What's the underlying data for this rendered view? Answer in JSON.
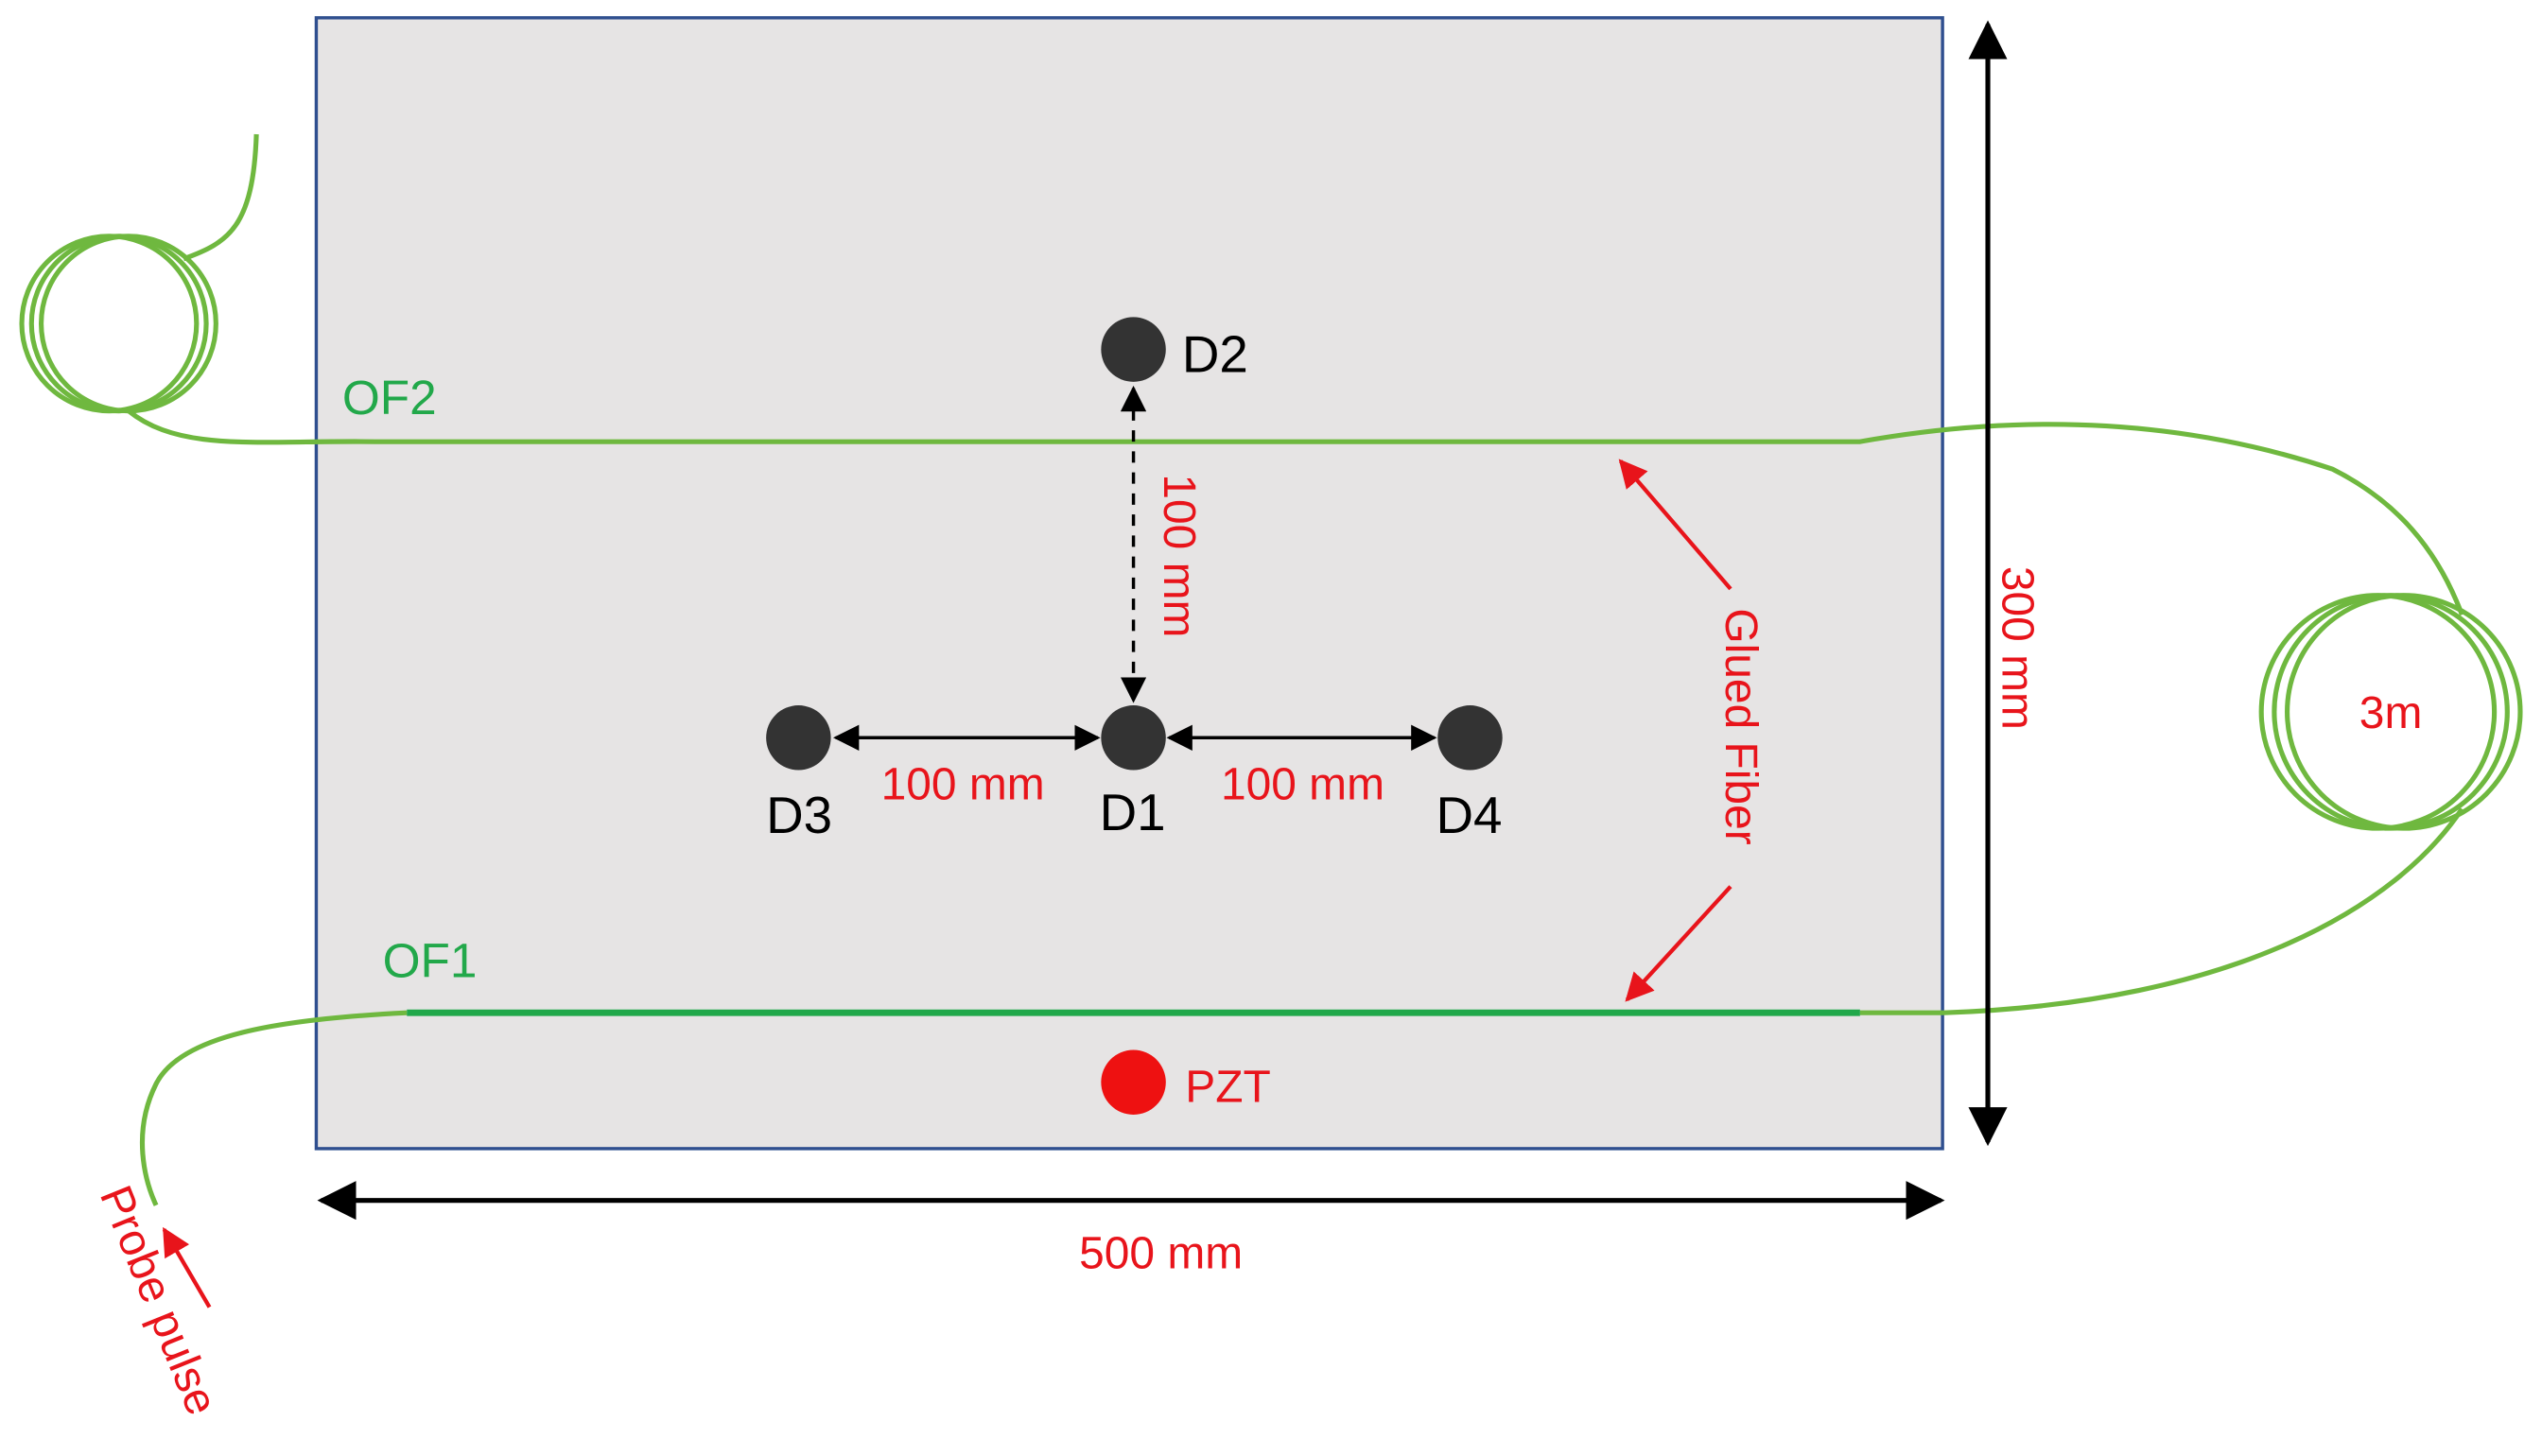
{
  "labels": {
    "of2": "OF2",
    "of1": "OF1",
    "d1": "D1",
    "d2": "D2",
    "d3": "D3",
    "d4": "D4",
    "pzt": "PZT",
    "dist_d1_d2": "100 mm",
    "dist_d3_d1": "100 mm",
    "dist_d1_d4": "100 mm",
    "width": "500 mm",
    "height": "300 mm",
    "coil_length": "3m",
    "glued_fiber": "Glued Fiber",
    "probe_pulse": "Probe pulse"
  },
  "colors": {
    "plate_fill": "#e6e4e4",
    "plate_border": "#2f4f8f",
    "fiber": "#6fb83f",
    "glued_fiber": "#21a84a",
    "fiber_label": "#22a84a",
    "dimension_text": "#e8141b",
    "sensor": "#333333",
    "pzt": "#ee1111",
    "arrow": "#000000",
    "annotation_arrow": "#e8141b"
  }
}
